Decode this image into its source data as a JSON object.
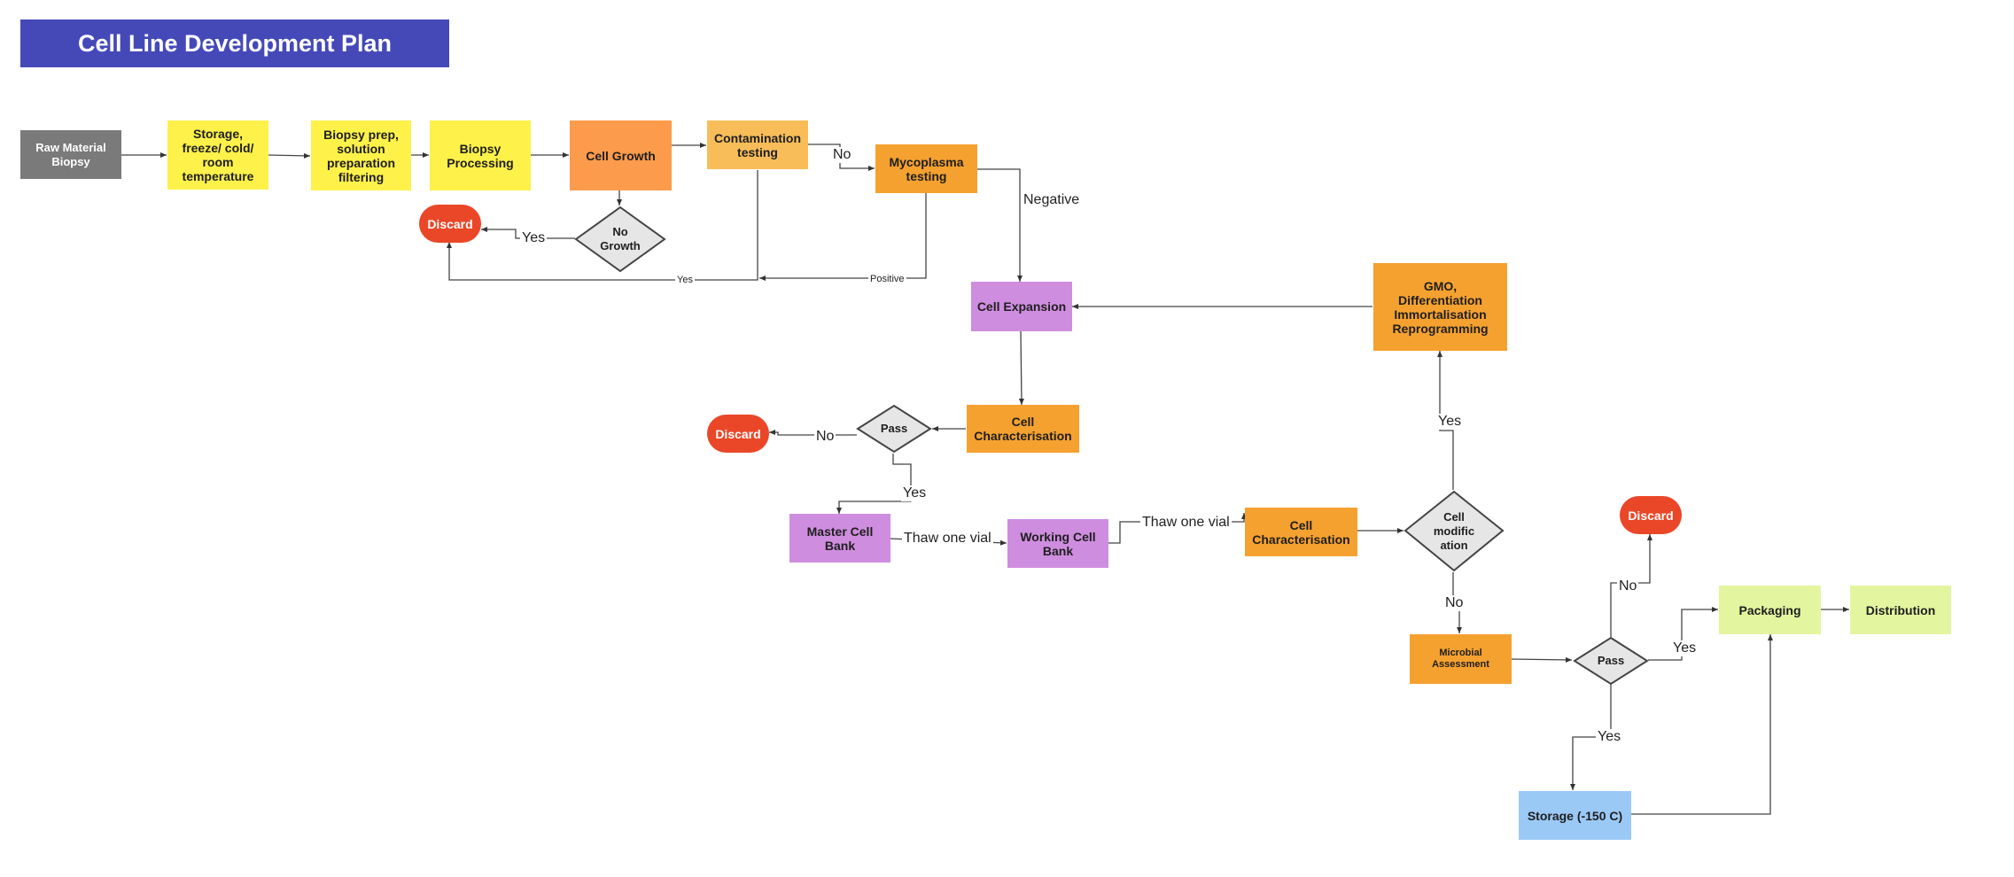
{
  "title": "Cell Line Development Plan",
  "nodes": {
    "raw_material": "Raw Material\nBiopsy",
    "storage": "Storage,\nfreeze/ cold/\nroom\ntemperature",
    "biopsy_prep": "Biopsy prep,\nsolution\npreparation\nfiltering",
    "biopsy_processing": "Biopsy\nProcessing",
    "cell_growth": "Cell Growth",
    "contamination": "Contamination\ntesting",
    "mycoplasma": "Mycoplasma\ntesting",
    "no_growth": "No\nGrowth",
    "discard_1": "Discard",
    "cell_expansion": "Cell Expansion",
    "gmo": "GMO,\nDifferentiation\nImmortalisation\nReprogramming",
    "cell_char_1": "Cell\nCharacterisation",
    "pass_1": "Pass",
    "discard_2": "Discard",
    "master_bank": "Master Cell\nBank",
    "working_bank": "Working Cell\nBank",
    "cell_char_2": "Cell\nCharacterisation",
    "cell_modification": "Cell\nmodific\nation",
    "discard_3": "Discard",
    "microbial": "Microbial\nAssessment",
    "pass_2": "Pass",
    "packaging": "Packaging",
    "distribution": "Distribution",
    "storage_150": "Storage (-150 C)"
  },
  "edge_labels": {
    "no_contam": "No",
    "negative": "Negative",
    "yes_discard": "Yes",
    "yes_small": "Yes",
    "positive": "Positive",
    "no_pass1": "No",
    "yes_pass1": "Yes",
    "thaw_1": "Thaw one vial",
    "thaw_2": "Thaw one vial",
    "yes_mod": "Yes",
    "no_mod": "No",
    "no_pass2": "No",
    "yes_pass2": "Yes",
    "yes_storage": "Yes"
  },
  "colors": {
    "title": "#4549b8",
    "gray": "#7a7a7a",
    "yellow": "#fef14a",
    "orange": "#f5a130",
    "purple": "#cf8ddf",
    "red": "#ea4728",
    "lime": "#e3f59f",
    "blue": "#9bc9f6",
    "decision": "#e6e6e6"
  }
}
